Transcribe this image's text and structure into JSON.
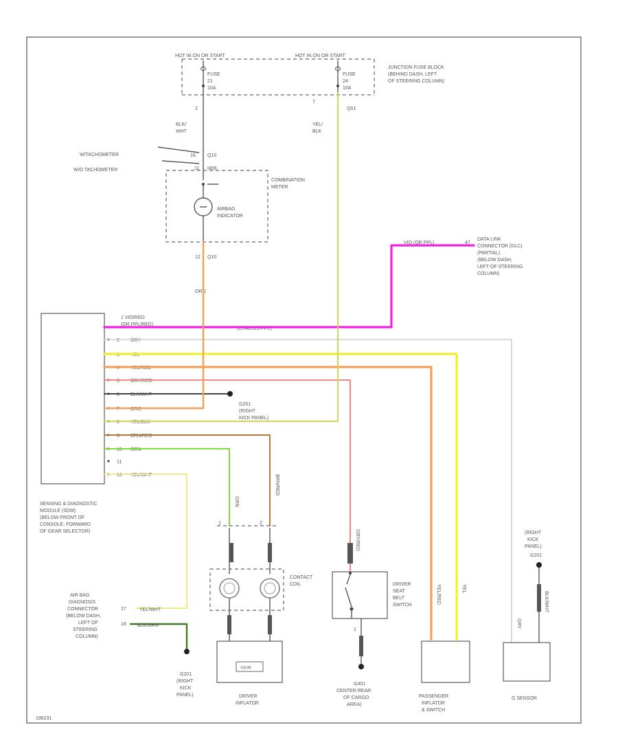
{
  "fuse_block": {
    "hot_left": "HOT IN ON OR START",
    "hot_right": "HOT IN ON OR START",
    "fuse_left_label": "FUSE",
    "fuse_left_num": "21",
    "fuse_left_amps": "10A",
    "fuse_right_label": "FUSE",
    "fuse_right_num": "24",
    "fuse_right_amps": "10A",
    "title": [
      "JUNCTION FUSE BLOCK",
      "(BEHIND DASH, LEFT",
      "OF STEERING COLUMN)"
    ]
  },
  "wires_top": {
    "left_pin": "2",
    "left_color": [
      "BLK/",
      "WHT"
    ],
    "right_pin": "7",
    "right_conn": "Q01",
    "right_color": [
      "YEL/",
      "BLK"
    ]
  },
  "combination_meter": {
    "input_a": "W/TACHOMETER",
    "input_b": "W/O TACHOMETER",
    "pin_a": "16",
    "conn_a": "Q10",
    "pin_b": "11",
    "conn_b": "M06",
    "indicator": [
      "AIRBAG",
      "INDICATOR"
    ],
    "title": [
      "COMBINATION",
      "METER"
    ],
    "out_pin": "12",
    "out_conn": "Q10",
    "out_color": "ORG"
  },
  "dlc": {
    "wire_label": "VIO (OR PPL)",
    "pin": "47",
    "title": [
      "DATA LINK",
      "CONNECTOR (DLC)",
      "(PARTIAL)",
      "(BELOW DASH,",
      "LEFT OF STEERING",
      "COLUMN)"
    ]
  },
  "sdm": {
    "header": [
      "1 VIO/RED",
      "(OR PPL/RED)"
    ],
    "bus_label": "(CHASSIS PPL)",
    "pins": [
      {
        "num": "2",
        "color": "GRY"
      },
      {
        "num": "3",
        "color": "YEL"
      },
      {
        "num": "4",
        "color": "YEL/RED"
      },
      {
        "num": "5",
        "color": "GRY/RED"
      },
      {
        "num": "6",
        "color": "BLK/WHT"
      },
      {
        "num": "7",
        "color": "ORG"
      },
      {
        "num": "8",
        "color": "YEL/BLK"
      },
      {
        "num": "9",
        "color": "BRN/RED"
      },
      {
        "num": "10",
        "color": "GRN"
      },
      {
        "num": "11",
        "color": ""
      },
      {
        "num": "12",
        "color": "YEL/WHT"
      }
    ],
    "title": [
      "SENSING & DIAGNOSTIC",
      "MODULE (SDM)",
      "(BELOW FRONT OF",
      "CONSOLE, FORWARD",
      "OF GEAR SELECTOR)"
    ]
  },
  "ground_g201": {
    "name": "G201",
    "desc": [
      "(RIGHT",
      "KICK PANEL)"
    ]
  },
  "contact_coil": {
    "pin_a": "1",
    "pin_b": "2",
    "wire_a": "GRN",
    "wire_b": "BRN/RED",
    "title": [
      "CONTACT",
      "COIL"
    ]
  },
  "driver_inflator": {
    "title": [
      "DRIVER",
      "INFLATOR"
    ],
    "inner": "SQUIB"
  },
  "seat_belt": {
    "wire": "GRY/RED",
    "pin": "1",
    "title": [
      "DRIVER",
      "SEAT",
      "BELT",
      "SWITCH"
    ]
  },
  "ground_g401": {
    "name": "G401",
    "desc": [
      "CENTER REAR",
      "OF CARGO",
      "AREA)"
    ]
  },
  "diag_connector": {
    "pin_a": "17",
    "pin_b": "18",
    "wire_a": "YEL/WHT",
    "wire_b": "BLK/GRN",
    "title": [
      "AIR BAG",
      "DIAGNOSIS",
      "CONNECTOR",
      "(BELOW DASH,",
      "LEFT OF",
      "STEERING",
      "COLUMN)"
    ]
  },
  "ground_g201b": {
    "name": "G201",
    "desc": [
      "(RIGHT",
      "KICK",
      "PANEL)"
    ]
  },
  "passenger": {
    "wire_a": "YEL/RED",
    "wire_b": "YEL",
    "title": [
      "PASSENGER",
      "INFLATOR",
      "& SWITCH"
    ]
  },
  "g_sensor": {
    "title": "G SENSOR",
    "wire_a": "GRY",
    "wire_b": "BLK/WHT",
    "ground_desc": [
      "(RIGHT",
      "KICK",
      "PANEL)"
    ],
    "ground_name": "G201"
  },
  "footer": "196231",
  "colors": {
    "orange": "#f5a05a",
    "magenta": "#f020e0",
    "yellow": "#f2ef2a",
    "olive": "#d4d26a",
    "lightyellow": "#f0e98a",
    "pink": "#f08888",
    "green": "#7ddc3a",
    "brown": "#b07a38",
    "darkgreen": "#3f7a2a",
    "grey": "#cfcfcf",
    "dark": "#444444"
  }
}
